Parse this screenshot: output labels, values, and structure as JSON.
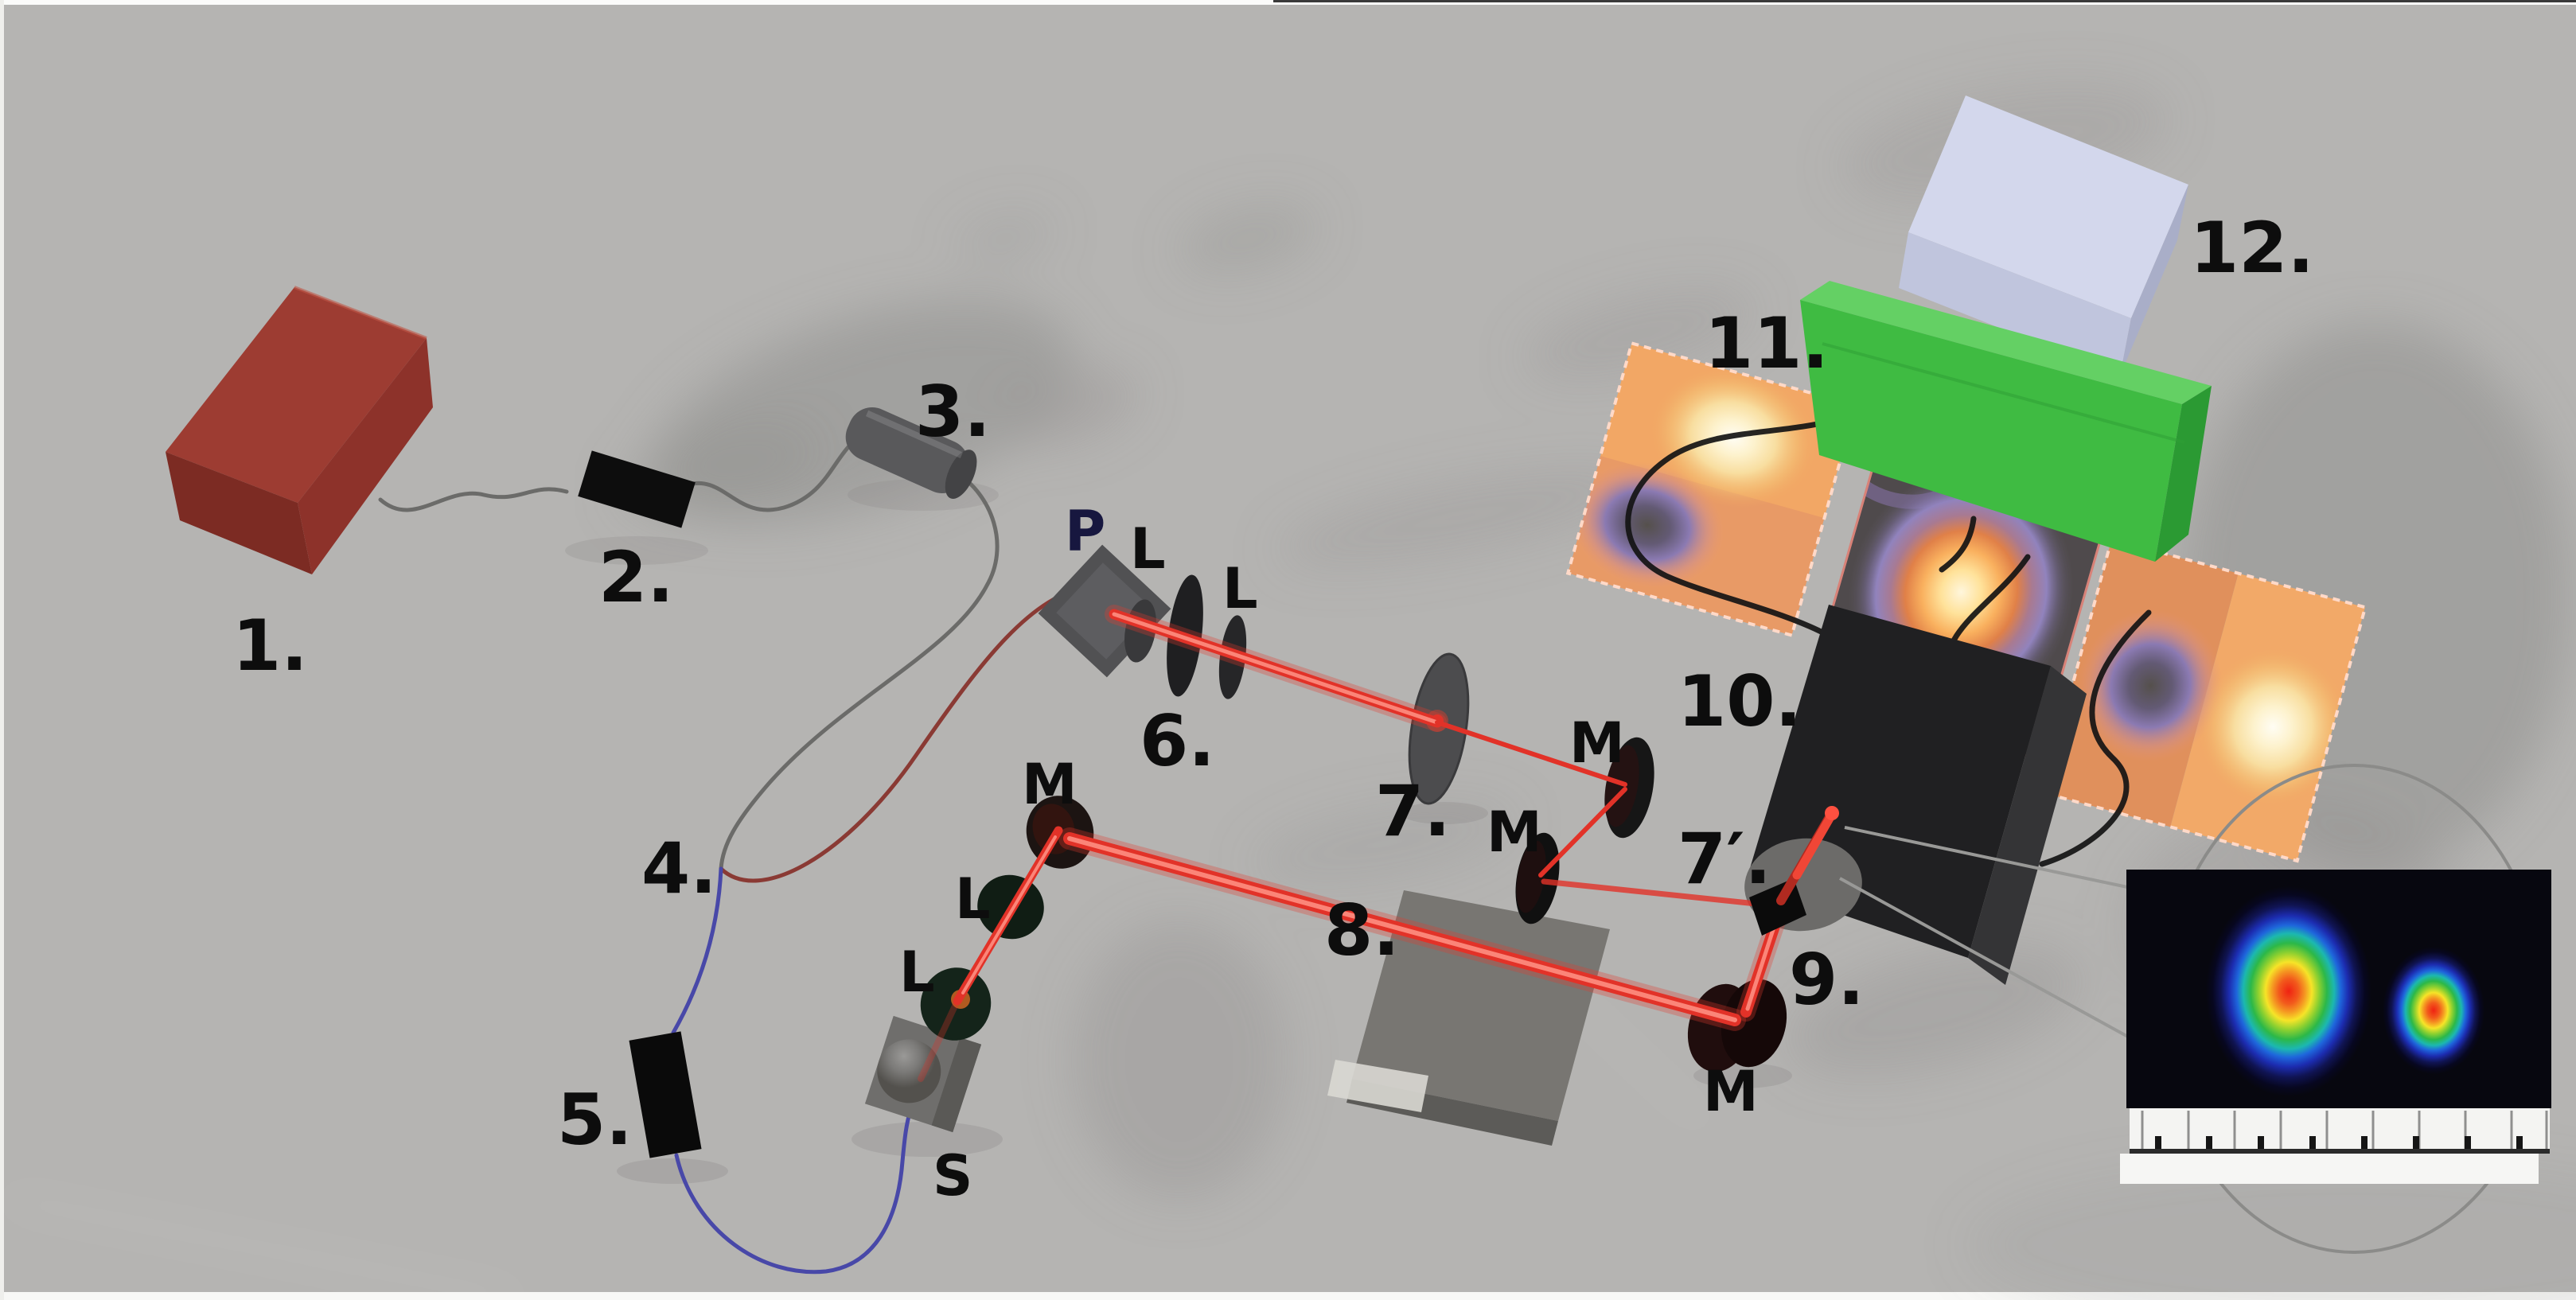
{
  "labels": {
    "l1": "1.",
    "l2": "2.",
    "l3": "3.",
    "l4": "4.",
    "l5": "5.",
    "l6": "6.",
    "l7": "7.",
    "l7p": "7′.",
    "l8": "8.",
    "l9": "9.",
    "l10": "10.",
    "l11": "11.",
    "l12": "12.",
    "polarizer": "P",
    "lens_a": "L",
    "lens_b": "L",
    "lens_c": "L",
    "lens_d": "L",
    "mirror_a": "M",
    "mirror_b": "M",
    "mirror_c": "M",
    "mirror_d": "M",
    "source": "S"
  },
  "colors": {
    "beam": "#e23228",
    "fiber_red": "#8a3a34",
    "fiber_blue": "#4848a8",
    "cable_gray": "#6b6b69",
    "wire_black": "#141414",
    "laser_box": "#9d3c32",
    "green_unit": "#3fbb42",
    "lavender_unit": "#d3d7ec",
    "panel_orange": "#f0a361",
    "panel_dark": "#4a4547",
    "inset_bg": "#07070f"
  }
}
